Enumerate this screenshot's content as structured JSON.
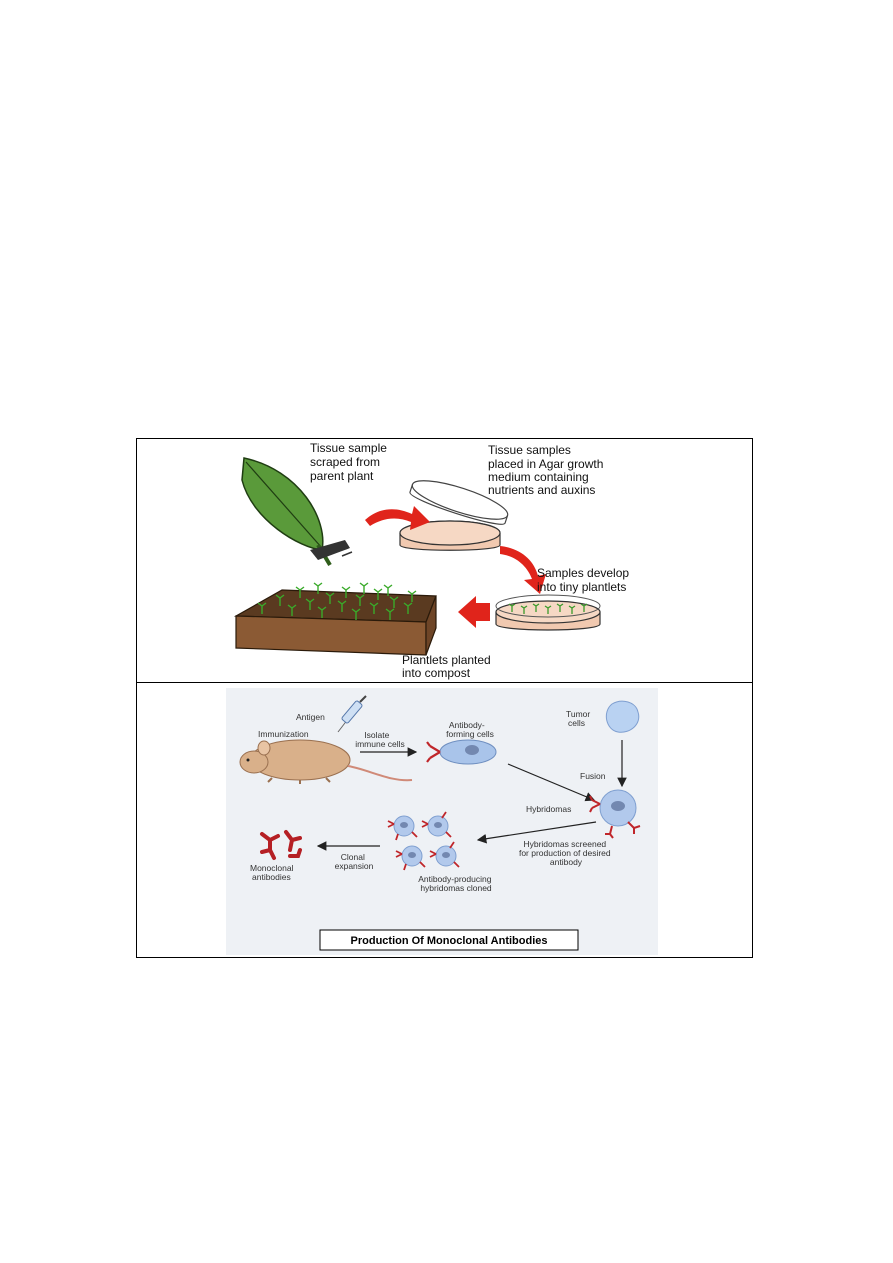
{
  "plant_panel": {
    "label_tissue_sample": [
      "Tissue sample",
      "scraped from",
      "parent plant"
    ],
    "label_agar": [
      "Tissue samples",
      "placed in Agar growth",
      "medium containing",
      "nutrients and auxins"
    ],
    "label_develop": [
      "Samples develop",
      "into tiny plantlets"
    ],
    "label_planted": [
      "Plantlets planted",
      "into compost"
    ]
  },
  "antibody_panel": {
    "antigen": "Antigen",
    "immunization": "Immunization",
    "isolate": [
      "Isolate",
      "immune cells"
    ],
    "antibody_forming": [
      "Antibody-",
      "forming cells"
    ],
    "tumor": [
      "Tumor",
      "cells"
    ],
    "fusion": "Fusion",
    "hybridomas": "Hybridomas",
    "screened": [
      "Hybridomas screened",
      "for production of desired",
      "antibody"
    ],
    "producing": [
      "Antibody-producing",
      "hybridomas cloned"
    ],
    "clonal": [
      "Clonal",
      "expansion"
    ],
    "monoclonal": [
      "Monoclonal",
      "antibodies"
    ],
    "title": "Production Of Monoclonal Antibodies"
  },
  "colors": {
    "leaf": "#5a9a3a",
    "dish": "#f1c9b0",
    "arrow_red": "#e0241b",
    "soil": "#8b5a34",
    "cell_blue": "#a9c4ea",
    "antibody_red": "#c0262a",
    "mouse": "#d9b08a",
    "panel_bg": "#eef1f5"
  }
}
